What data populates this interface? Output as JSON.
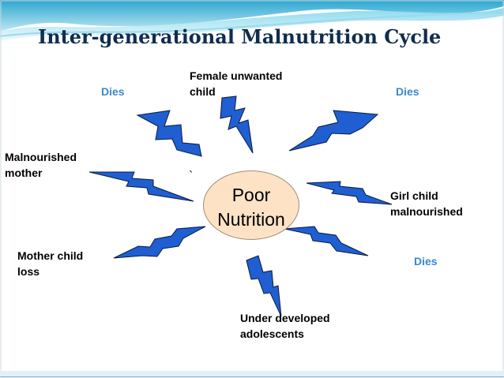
{
  "title": "Inter-generational Malnutrition Cycle",
  "center": {
    "line1": "Poor",
    "line2": "Nutrition",
    "fill_color": "#fde2c6"
  },
  "labels": {
    "female_unwanted": [
      "Female unwanted",
      "child"
    ],
    "malnourished_mother": [
      "Malnourished",
      "mother"
    ],
    "mother_child_loss": [
      "Mother child",
      "loss"
    ],
    "girl_child": [
      "Girl child",
      "malnourished"
    ],
    "under_developed": [
      "Under developed",
      "adolescents"
    ]
  },
  "dies": {
    "top_left": "Dies",
    "top_right": "Dies",
    "right": "Dies"
  },
  "stray_mark": "`",
  "colors": {
    "title": "#0f2d4f",
    "dies": "#3b87ce",
    "bolt_fill": "#1f5fd2",
    "bolt_stroke": "#0b1b3e",
    "header_wave": "#4db8d8"
  },
  "icons": [
    "lightning-bolt-icon"
  ]
}
